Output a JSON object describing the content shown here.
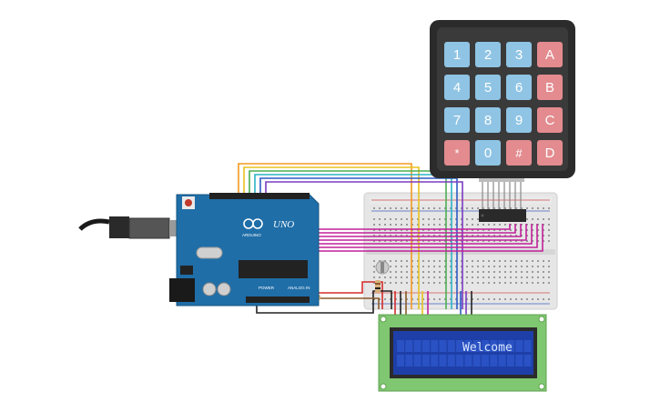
{
  "keypad": {
    "rows": [
      [
        {
          "label": "1",
          "type": "num"
        },
        {
          "label": "2",
          "type": "num"
        },
        {
          "label": "3",
          "type": "num"
        },
        {
          "label": "A",
          "type": "letter"
        }
      ],
      [
        {
          "label": "4",
          "type": "num"
        },
        {
          "label": "5",
          "type": "num"
        },
        {
          "label": "6",
          "type": "num"
        },
        {
          "label": "B",
          "type": "letter"
        }
      ],
      [
        {
          "label": "7",
          "type": "num"
        },
        {
          "label": "8",
          "type": "num"
        },
        {
          "label": "9",
          "type": "num"
        },
        {
          "label": "C",
          "type": "letter"
        }
      ],
      [
        {
          "label": "*",
          "type": "letter"
        },
        {
          "label": "0",
          "type": "num"
        },
        {
          "label": "#",
          "type": "letter"
        },
        {
          "label": "D",
          "type": "letter"
        }
      ]
    ]
  },
  "lcd": {
    "text": "Welcome"
  },
  "arduino": {
    "logo_text": "UNO",
    "brand_text": "ARDUINO",
    "power_label": "POWER",
    "analog_label": "ANALOG IN"
  },
  "colors": {
    "board": "#1f6ea8",
    "key_num": "#8fc4e4",
    "key_letter": "#e38b8f",
    "lcd_screen": "#1e3fa8",
    "lcd_text": "#d8e6ff",
    "pcb_green": "#7fc770",
    "wire_magenta": "#c2209a",
    "wire_orange": "#f29a1e",
    "wire_yellow": "#e8c21e",
    "wire_green": "#4caf50",
    "wire_cyan": "#2bb3c6",
    "wire_blue": "#2c5cc6",
    "wire_purple": "#7a3cc0",
    "wire_red": "#d42b2b",
    "wire_black": "#222222",
    "wire_brown": "#8a5a2b"
  }
}
